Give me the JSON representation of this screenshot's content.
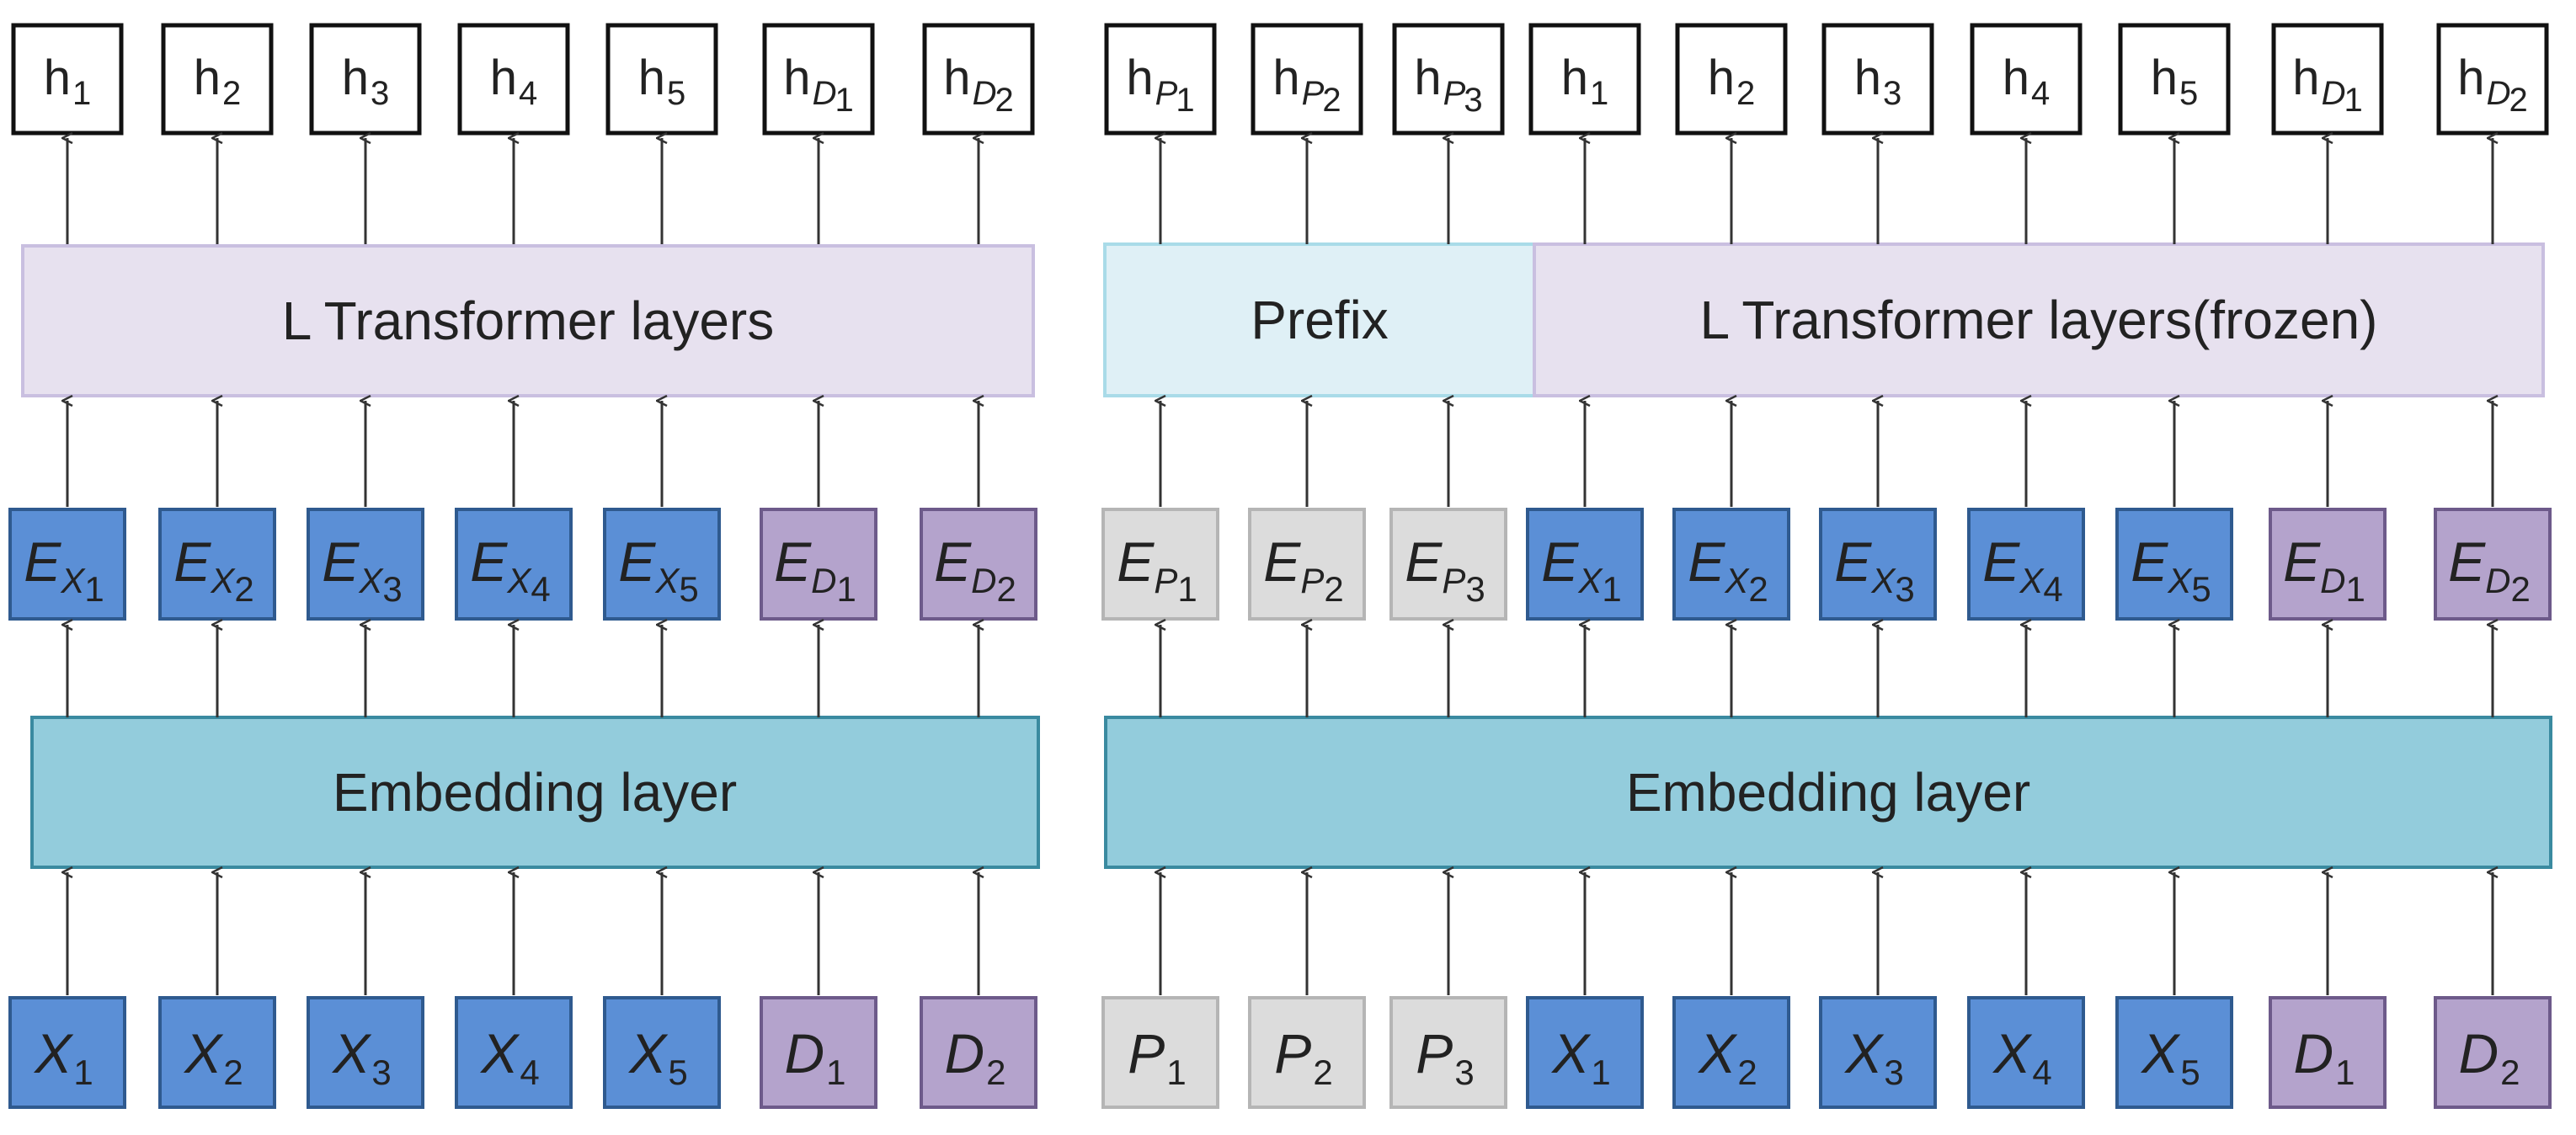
{
  "colors": {
    "blue_token": "#5b8fd6",
    "blue_token_border": "#2f5a8f",
    "purple_token": "#b4a3cc",
    "purple_token_border": "#6d5a8a",
    "gray_token": "#dcdcdc",
    "gray_token_border": "#b5b5b5",
    "embedding_fill": "#93ccdc",
    "embedding_border": "#3a8aa0",
    "transformer_fill": "#e7e1ef",
    "transformer_border": "#c9bfe0",
    "prefix_fill": "#dff0f6",
    "prefix_border": "#a9dbe8",
    "arrow": "#333333"
  },
  "left": {
    "transformer_label": "L Transformer layers",
    "embedding_label": "Embedding layer",
    "columns": [
      {
        "h": "h",
        "h_sub": "1",
        "e": "E",
        "e_sym": "X",
        "e_sub": "1",
        "x": "X",
        "x_sub": "1",
        "kind": "blue"
      },
      {
        "h": "h",
        "h_sub": "2",
        "e": "E",
        "e_sym": "X",
        "e_sub": "2",
        "x": "X",
        "x_sub": "2",
        "kind": "blue"
      },
      {
        "h": "h",
        "h_sub": "3",
        "e": "E",
        "e_sym": "X",
        "e_sub": "3",
        "x": "X",
        "x_sub": "3",
        "kind": "blue"
      },
      {
        "h": "h",
        "h_sub": "4",
        "e": "E",
        "e_sym": "X",
        "e_sub": "4",
        "x": "X",
        "x_sub": "4",
        "kind": "blue"
      },
      {
        "h": "h",
        "h_sub": "5",
        "e": "E",
        "e_sym": "X",
        "e_sub": "5",
        "x": "X",
        "x_sub": "5",
        "kind": "blue"
      },
      {
        "h": "h",
        "h_sym": "D",
        "h_sub": "1",
        "e": "E",
        "e_sym": "D",
        "e_sub": "1",
        "x": "D",
        "x_sub": "1",
        "kind": "purple"
      },
      {
        "h": "h",
        "h_sym": "D",
        "h_sub": "2",
        "e": "E",
        "e_sym": "D",
        "e_sub": "2",
        "x": "D",
        "x_sub": "2",
        "kind": "purple"
      }
    ]
  },
  "right": {
    "prefix_label": "Prefix",
    "transformer_label": "L Transformer layers(frozen)",
    "embedding_label": "Embedding layer",
    "columns": [
      {
        "h": "h",
        "h_sym": "P",
        "h_sub": "1",
        "e": "E",
        "e_sym": "P",
        "e_sub": "1",
        "x": "P",
        "x_sub": "1",
        "kind": "gray"
      },
      {
        "h": "h",
        "h_sym": "P",
        "h_sub": "2",
        "e": "E",
        "e_sym": "P",
        "e_sub": "2",
        "x": "P",
        "x_sub": "2",
        "kind": "gray"
      },
      {
        "h": "h",
        "h_sym": "P",
        "h_sub": "3",
        "e": "E",
        "e_sym": "P",
        "e_sub": "3",
        "x": "P",
        "x_sub": "3",
        "kind": "gray"
      },
      {
        "h": "h",
        "h_sub": "1",
        "e": "E",
        "e_sym": "X",
        "e_sub": "1",
        "x": "X",
        "x_sub": "1",
        "kind": "blue"
      },
      {
        "h": "h",
        "h_sub": "2",
        "e": "E",
        "e_sym": "X",
        "e_sub": "2",
        "x": "X",
        "x_sub": "2",
        "kind": "blue"
      },
      {
        "h": "h",
        "h_sub": "3",
        "e": "E",
        "e_sym": "X",
        "e_sub": "3",
        "x": "X",
        "x_sub": "3",
        "kind": "blue"
      },
      {
        "h": "h",
        "h_sub": "4",
        "e": "E",
        "e_sym": "X",
        "e_sub": "4",
        "x": "X",
        "x_sub": "4",
        "kind": "blue"
      },
      {
        "h": "h",
        "h_sub": "5",
        "e": "E",
        "e_sym": "X",
        "e_sub": "5",
        "x": "X",
        "x_sub": "5",
        "kind": "blue"
      },
      {
        "h": "h",
        "h_sym": "D",
        "h_sub": "1",
        "e": "E",
        "e_sym": "D",
        "e_sub": "1",
        "x": "D",
        "x_sub": "1",
        "kind": "purple"
      },
      {
        "h": "h",
        "h_sym": "D",
        "h_sub": "2",
        "e": "E",
        "e_sym": "D",
        "e_sub": "2",
        "x": "D",
        "x_sub": "2",
        "kind": "purple"
      }
    ]
  }
}
